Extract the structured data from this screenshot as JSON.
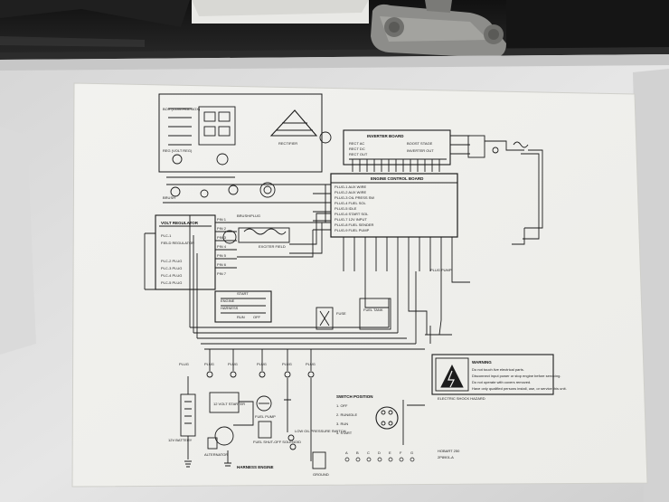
{
  "photo": {
    "colors": {
      "panel": "#e2e2e2",
      "paper": "#f4f4f2",
      "ink": "#1c1c1c",
      "housing": "#1a1a1a",
      "latch": "#8a8a88"
    }
  },
  "diagram": {
    "top_left_blocks": [
      "BOX (CONTROL BOX)",
      "REG (VOLT REG)",
      "BRUSH"
    ],
    "rectifier_label": "RECTIFIER",
    "regulator_box": {
      "title": "VOLT REGULATOR",
      "pins": [
        "PIN 1",
        "PIN 2",
        "PIN 3",
        "PIN 4",
        "PIN 5",
        "PIN 6",
        "PIN 7"
      ],
      "lines": [
        "PLC-1",
        "FIELD REGULATOR",
        "PLC-2 PLUG",
        "PLC-3 PLUG",
        "PLC-4 PLUG",
        "PLC-5 PLUG"
      ]
    },
    "brush_plug": "BRUSH/PLUG",
    "exciter_field": "EXCITER FIELD",
    "inverter_board": {
      "title": "INVERTER BOARD",
      "lines": [
        "RECT AC",
        "RECT DC",
        "RECT OUT"
      ],
      "right": [
        "BOOST STAGE",
        "INVERTER OUT"
      ]
    },
    "engine_control_board": {
      "title": "ENGINE CONTROL BOARD",
      "lines": [
        "PLUG-1 AUX WIRE",
        "PLUG-2 AUX WIRE",
        "PLUG-3 OIL PRESS SW",
        "PLUG-4 FUEL SOL",
        "PLUG-5 IDLE",
        "PLUG-6 START SOL",
        "PLUG-7 12V INPUT",
        "PLUG-8 FUEL SENDER",
        "PLUG-9 FUEL PUMP"
      ]
    },
    "run_plug": "PLUG PUMP",
    "fuse_label": "FUSE",
    "fuel_tank": "FUEL TANK",
    "engine_block": [
      "ENGINE",
      "HARNESS"
    ],
    "plug_labels": [
      "PLUG",
      "PLUG",
      "PLUG",
      "PLUG",
      "PLUG",
      "PLUG"
    ],
    "start_switch": [
      "START",
      "RUN",
      "OFF"
    ],
    "battery": "12V BATTERY",
    "bottom_components": [
      "12 VOLT STARTER",
      "ALTERNATOR",
      "FUEL PUMP",
      "FUEL SHUT-OFF SOLENOID",
      "LOW OIL PRESSURE SWITCH",
      "GROUND"
    ],
    "harness_label": "HARNESS ENGINE",
    "switch_legend": {
      "title": "SWITCH POSITION",
      "items": [
        "1. OFF",
        "2. RUN/IDLE",
        "3. RUN",
        "4. START"
      ]
    },
    "terminal_row": [
      "A",
      "B",
      "C",
      "D",
      "E",
      "F",
      "G"
    ],
    "warning": {
      "title": "WARNING",
      "sub": "ELECTRIC SHOCK HAZARD",
      "bullets": [
        "Do not touch live electrical parts.",
        "Disconnect input power or stop engine before servicing.",
        "Do not operate with covers removed.",
        "Have only qualified persons install, use, or service this unit."
      ]
    },
    "footer": [
      "HOBART 250",
      "2P8901-A"
    ]
  }
}
